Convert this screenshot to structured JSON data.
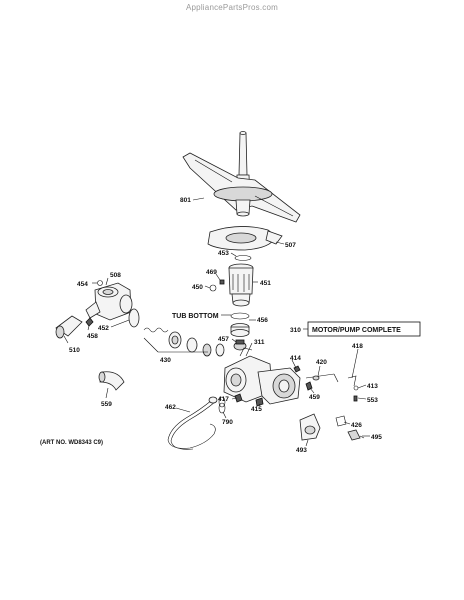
{
  "watermark": "AppliancePartsPros.com",
  "labels": {
    "p801": "801",
    "p507": "507",
    "p453": "453",
    "p469": "469",
    "p450": "450",
    "p451": "451",
    "p508": "508",
    "p454": "454",
    "p452": "452",
    "p458": "458",
    "p510": "510",
    "p456": "456",
    "p457": "457",
    "p311": "311",
    "p310": "310",
    "p430": "430",
    "p414": "414",
    "p420": "420",
    "p418": "418",
    "p413": "413",
    "p553": "553",
    "p459": "459",
    "p417": "417",
    "p415": "415",
    "p559": "559",
    "p462": "462",
    "p790": "790",
    "p426": "426",
    "p495": "495",
    "p493": "493"
  },
  "tub_bottom": "TUB BOTTOM",
  "motor_box": "MOTOR/PUMP COMPLETE",
  "art_no": "(ART NO. WD8343 C9)"
}
